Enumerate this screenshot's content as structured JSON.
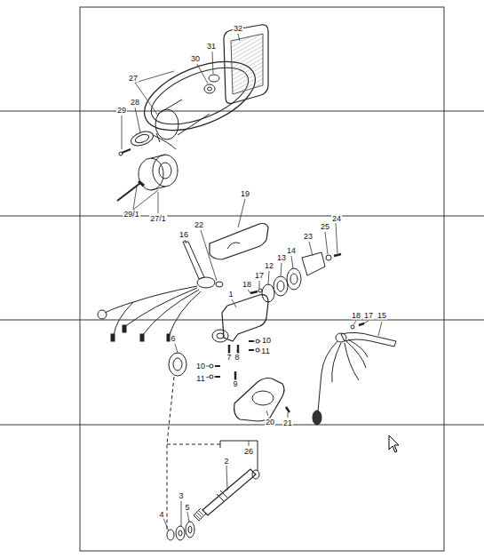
{
  "diagram": {
    "nodes": [],
    "edges": [],
    "labels": [
      "32",
      "31",
      "30",
      "27",
      "28",
      "29",
      "29/1",
      "27/1",
      "19",
      "22",
      "16",
      "24",
      "25",
      "23",
      "14",
      "13",
      "12",
      "17",
      "18",
      "1",
      "18",
      "17",
      "15",
      "6",
      "10",
      "11",
      "7",
      "8",
      "10",
      "11",
      "9",
      "20",
      "21",
      "26",
      "2",
      "3",
      "4",
      "5"
    ]
  }
}
